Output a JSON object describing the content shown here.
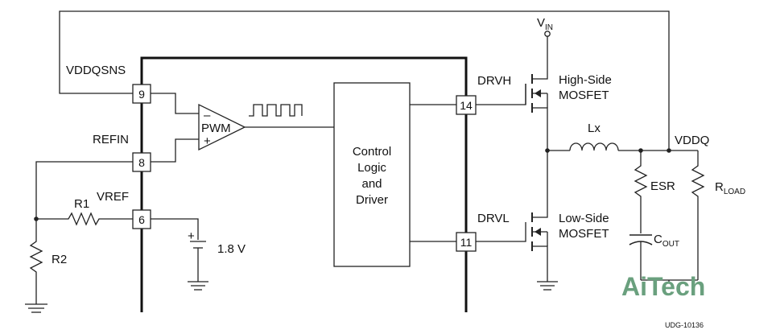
{
  "pins": [
    {
      "id": "vddqsns",
      "name": "VDDQSNS",
      "number": "9"
    },
    {
      "id": "refin",
      "name": "REFIN",
      "number": "8"
    },
    {
      "id": "vref",
      "name": "VREF",
      "number": "6"
    },
    {
      "id": "drvh",
      "name": "DRVH",
      "number": "14"
    },
    {
      "id": "drvl",
      "name": "DRVL",
      "number": "11"
    }
  ],
  "blocks": {
    "pwm": {
      "label": "PWM",
      "minus": "–",
      "plus": "+"
    },
    "control": {
      "lines": [
        "Control",
        "Logic",
        "and",
        "Driver"
      ]
    }
  },
  "components": {
    "vin": {
      "label": "V",
      "sub": "IN"
    },
    "high_side": {
      "lines": [
        "High-Side",
        "MOSFET"
      ]
    },
    "low_side": {
      "lines": [
        "Low-Side",
        "MOSFET"
      ]
    },
    "inductor": {
      "label": "Lx"
    },
    "output": {
      "label": "VDDQ"
    },
    "esr": {
      "label": "ESR"
    },
    "cout": {
      "label": "C",
      "sub": "OUT"
    },
    "rload": {
      "label": "R",
      "sub": "LOAD"
    },
    "r1": {
      "label": "R1"
    },
    "r2": {
      "label": "R2"
    },
    "battery": {
      "label": "1.8 V",
      "plus": "+"
    }
  },
  "watermark": {
    "text": "AiTech",
    "color_ai": "#3cb371",
    "color_tech": "#8a8a8a"
  },
  "figure_id": "UDG-10136",
  "colors": {
    "line": "#222222",
    "ic_border": "#111111"
  }
}
